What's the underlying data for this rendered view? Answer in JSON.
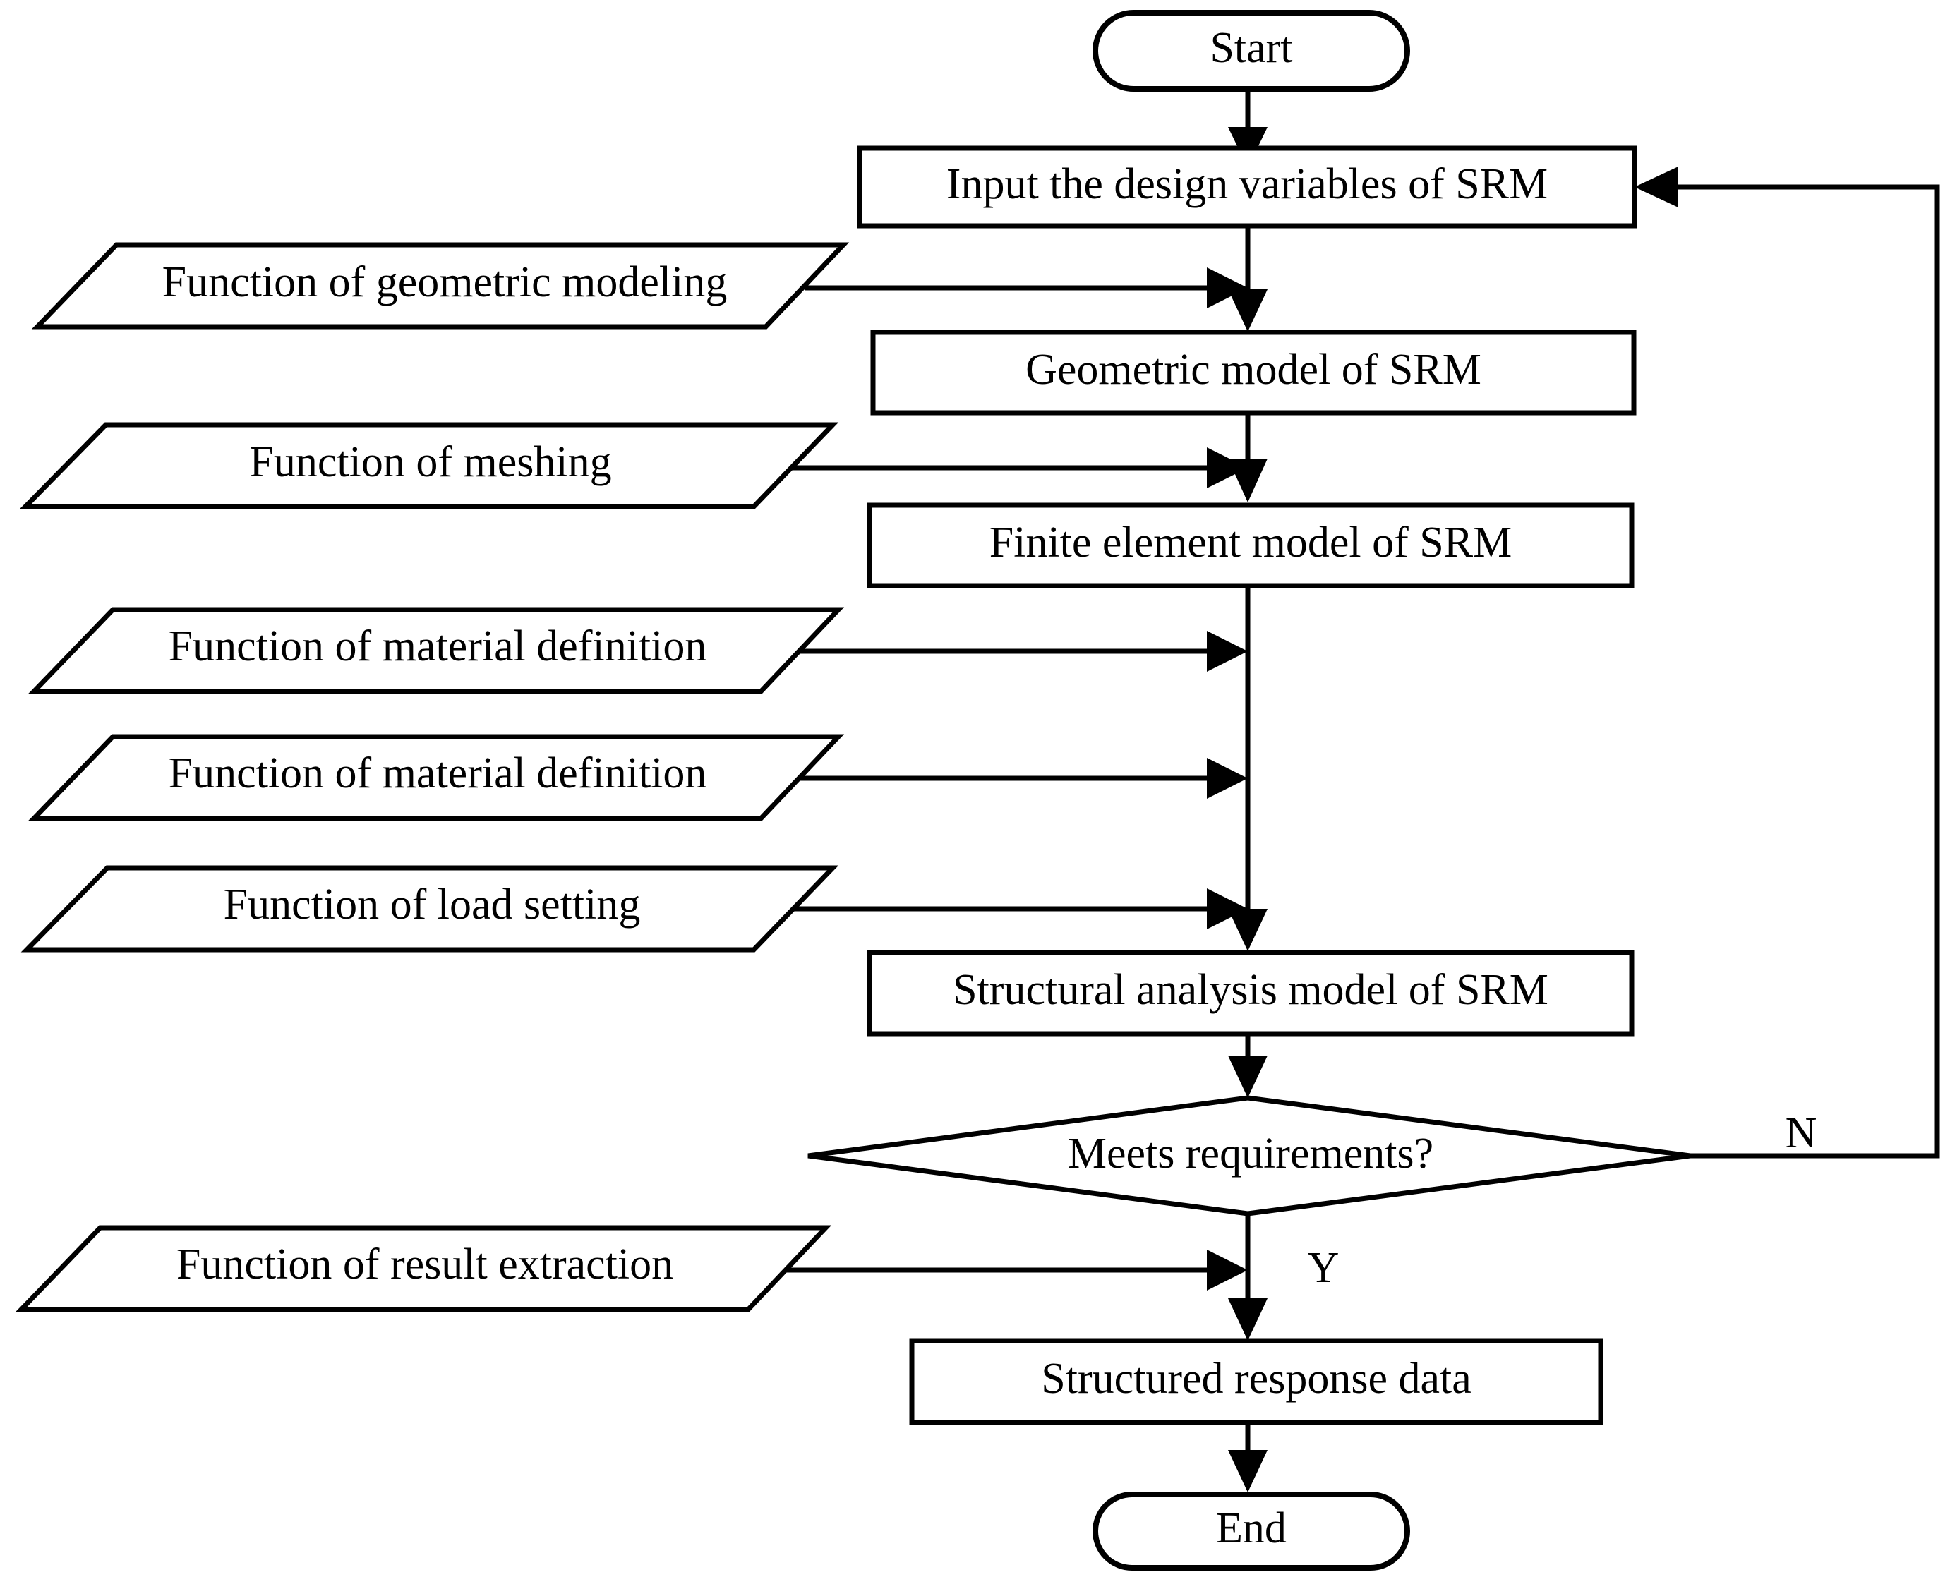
{
  "diagram": {
    "title": "SRM structural analysis modeling flowchart",
    "type": "flowchart",
    "background_color": "#ffffff",
    "line_color": "#000000",
    "text_color": "#000000"
  },
  "terminators": {
    "start": "Start",
    "end": "End"
  },
  "process_boxes": [
    {
      "id": "input",
      "label": "Input the design variables of SRM"
    },
    {
      "id": "geometric",
      "label": "Geometric model of SRM"
    },
    {
      "id": "fem",
      "label": "Finite element model of SRM"
    },
    {
      "id": "structural",
      "label": "Structural analysis model of SRM"
    },
    {
      "id": "response",
      "label": "Structured response data"
    }
  ],
  "decision": {
    "id": "meets",
    "label": "Meets requirements?"
  },
  "branch_labels": {
    "no": "N",
    "yes": "Y"
  },
  "function_inputs": [
    {
      "id": "geometric-modeling",
      "label": "Function of geometric modeling"
    },
    {
      "id": "meshing",
      "label": "Function of meshing"
    },
    {
      "id": "material-definition-1",
      "label": "Function of material definition"
    },
    {
      "id": "material-definition-2",
      "label": "Function of material definition"
    },
    {
      "id": "load-setting",
      "label": "Function of load setting"
    },
    {
      "id": "result-extraction",
      "label": "Function of result extraction"
    }
  ]
}
